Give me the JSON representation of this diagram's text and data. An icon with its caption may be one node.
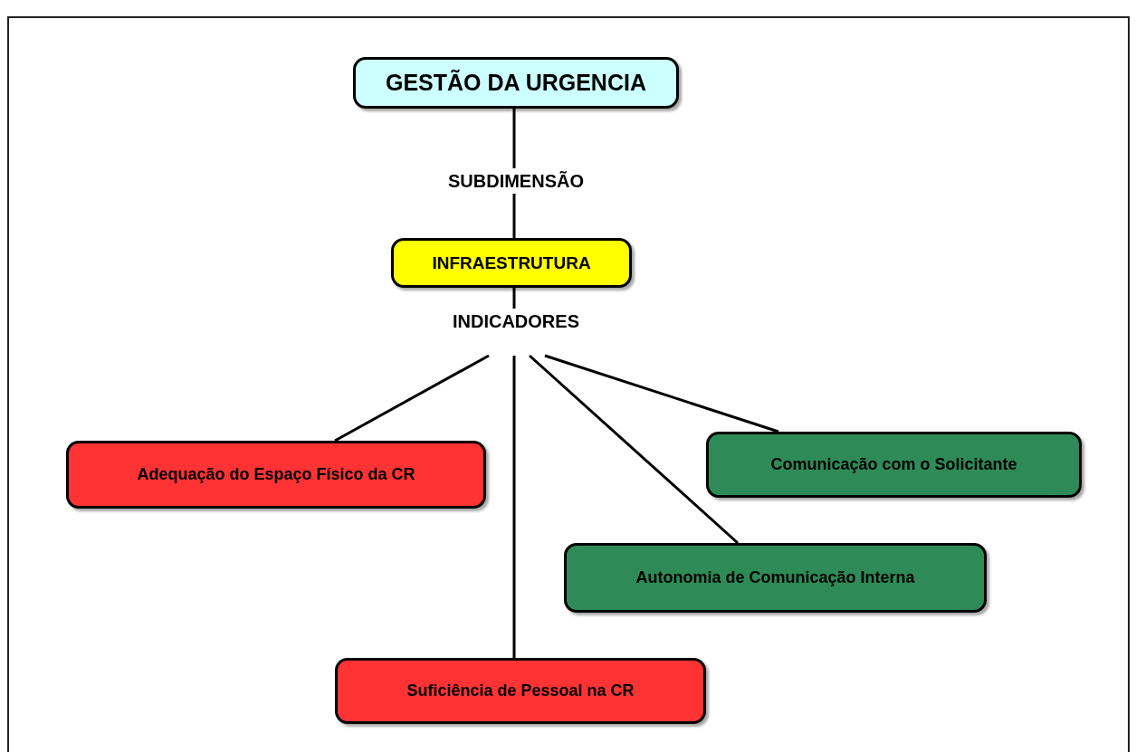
{
  "diagram": {
    "nodes": [
      {
        "text": [
          "GESTÃO DA URGENCIA"
        ]
      },
      {
        "text": [
          "SUBDIMENSÃO"
        ]
      },
      {
        "text": [
          "INFRAESTRUTURA"
        ]
      },
      {
        "text": [
          "INDICADORES"
        ]
      },
      {
        "text": [
          "Adequação do Espaço Físico da CR"
        ]
      },
      {
        "text": [
          "Comunicação com o Solicitante"
        ]
      },
      {
        "text": [
          "Autonomia de Comunicação Interna"
        ]
      },
      {
        "text": [
          "Suficiência de Pessoal na CR"
        ]
      }
    ],
    "edges": [
      {
        "from": 0,
        "to": 1,
        "arrow": "none"
      },
      {
        "from": 1,
        "to": 2,
        "arrow": "none"
      },
      {
        "from": 2,
        "to": 3,
        "arrow": "none"
      },
      {
        "from": 3,
        "to": 4,
        "arrow": "none"
      },
      {
        "from": 3,
        "to": 5,
        "arrow": "none"
      },
      {
        "from": 3,
        "to": 6,
        "arrow": "none"
      },
      {
        "from": 3,
        "to": 7,
        "arrow": "none"
      }
    ]
  }
}
